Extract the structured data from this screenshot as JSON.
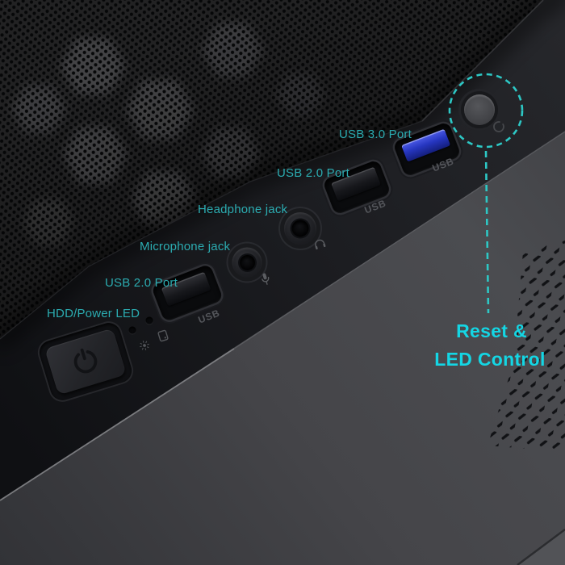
{
  "annotations": {
    "usb3": "USB 3.0 Port",
    "usb2_top": "USB 2.0 Port",
    "headphone": "Headphone jack",
    "microphone": "Microphone jack",
    "usb2_front": "USB 2.0 Port",
    "hdd_power_led": "HDD/Power LED",
    "reset_caption_line1": "Reset &",
    "reset_caption_line2": "LED Control"
  },
  "engravings": {
    "usb3": "USB",
    "usb2_top": "USB",
    "usb2_front": "USB"
  },
  "icons": {
    "power_button": "power-icon",
    "reset_button": "reset-icon",
    "headphone_jack": "headphone-icon",
    "microphone_jack": "microphone-icon",
    "power_led": "power-led-icon",
    "hdd_led": "hdd-led-icon"
  },
  "colors": {
    "label_teal": "#2bacb1",
    "caption_cyan": "#14d6e4",
    "annotation_dash_teal": "#2dc8c5",
    "usb3_port_blue": "#2636c0"
  }
}
